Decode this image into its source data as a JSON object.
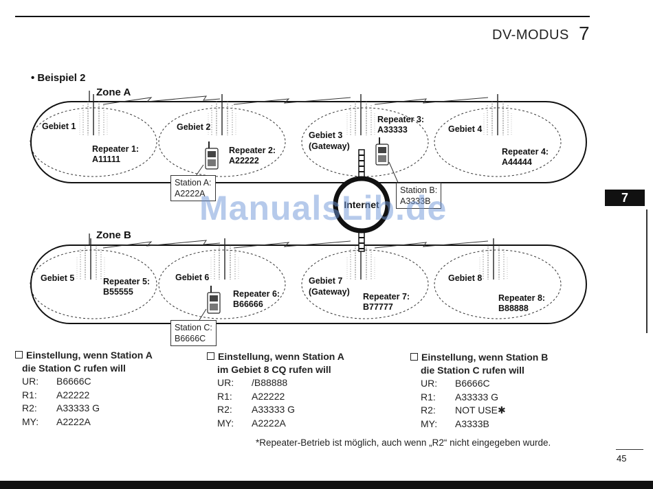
{
  "header": {
    "title": "DV-MODUS",
    "chapter": "7"
  },
  "side_tab": "7",
  "example_title": "• Beispiel 2",
  "zones": {
    "a": "Zone A",
    "b": "Zone B"
  },
  "internet_label": "Internet",
  "areas": {
    "g1": "Gebiet 1",
    "g2": "Gebiet 2",
    "g3": "Gebiet 3",
    "g3_sub": "(Gateway)",
    "g4": "Gebiet 4",
    "g5": "Gebiet 5",
    "g6": "Gebiet 6",
    "g7": "Gebiet 7",
    "g7_sub": "(Gateway)",
    "g8": "Gebiet 8"
  },
  "repeaters": {
    "r1": {
      "label": "Repeater 1:",
      "call": "A11111"
    },
    "r2": {
      "label": "Repeater 2:",
      "call": "A22222"
    },
    "r3": {
      "label": "Repeater 3:",
      "call": "A33333"
    },
    "r4": {
      "label": "Repeater 4:",
      "call": "A44444"
    },
    "r5": {
      "label": "Repeater 5:",
      "call": "B55555"
    },
    "r6": {
      "label": "Repeater 6:",
      "call": "B66666"
    },
    "r7": {
      "label": "Repeater 7:",
      "call": "B77777"
    },
    "r8": {
      "label": "Repeater 8:",
      "call": "B88888"
    }
  },
  "stations": {
    "a": {
      "label": "Station A:",
      "call": "A2222A"
    },
    "b": {
      "label": "Station B:",
      "call": "A3333B"
    },
    "c": {
      "label": "Station C:",
      "call": "B6666C"
    }
  },
  "settings": [
    {
      "head1": "Einstellung, wenn Station A",
      "head2": "die Station C rufen will",
      "rows": [
        {
          "key": "UR:",
          "value": "B6666C"
        },
        {
          "key": "R1:",
          "value": "A22222"
        },
        {
          "key": "R2:",
          "value": "A33333 G"
        },
        {
          "key": "MY:",
          "value": "A2222A"
        }
      ]
    },
    {
      "head1": "Einstellung, wenn Station A",
      "head2": "im Gebiet 8 CQ rufen will",
      "rows": [
        {
          "key": "UR:",
          "value": "/B88888"
        },
        {
          "key": "R1:",
          "value": "A22222"
        },
        {
          "key": "R2:",
          "value": "A33333 G"
        },
        {
          "key": "MY:",
          "value": "A2222A"
        }
      ]
    },
    {
      "head1": "Einstellung, wenn Station B",
      "head2": "die Station C rufen will",
      "rows": [
        {
          "key": "UR:",
          "value": "B6666C"
        },
        {
          "key": "R1:",
          "value": "A33333 G"
        },
        {
          "key": "R2:",
          "value": "NOT USE✱"
        },
        {
          "key": "MY:",
          "value": "A3333B"
        }
      ]
    }
  ],
  "footnote": "*Repeater-Betrieb ist möglich, auch wenn „R2“ nicht eingegeben wurde.",
  "page_number": "45",
  "watermark": "ManualsLib.de"
}
